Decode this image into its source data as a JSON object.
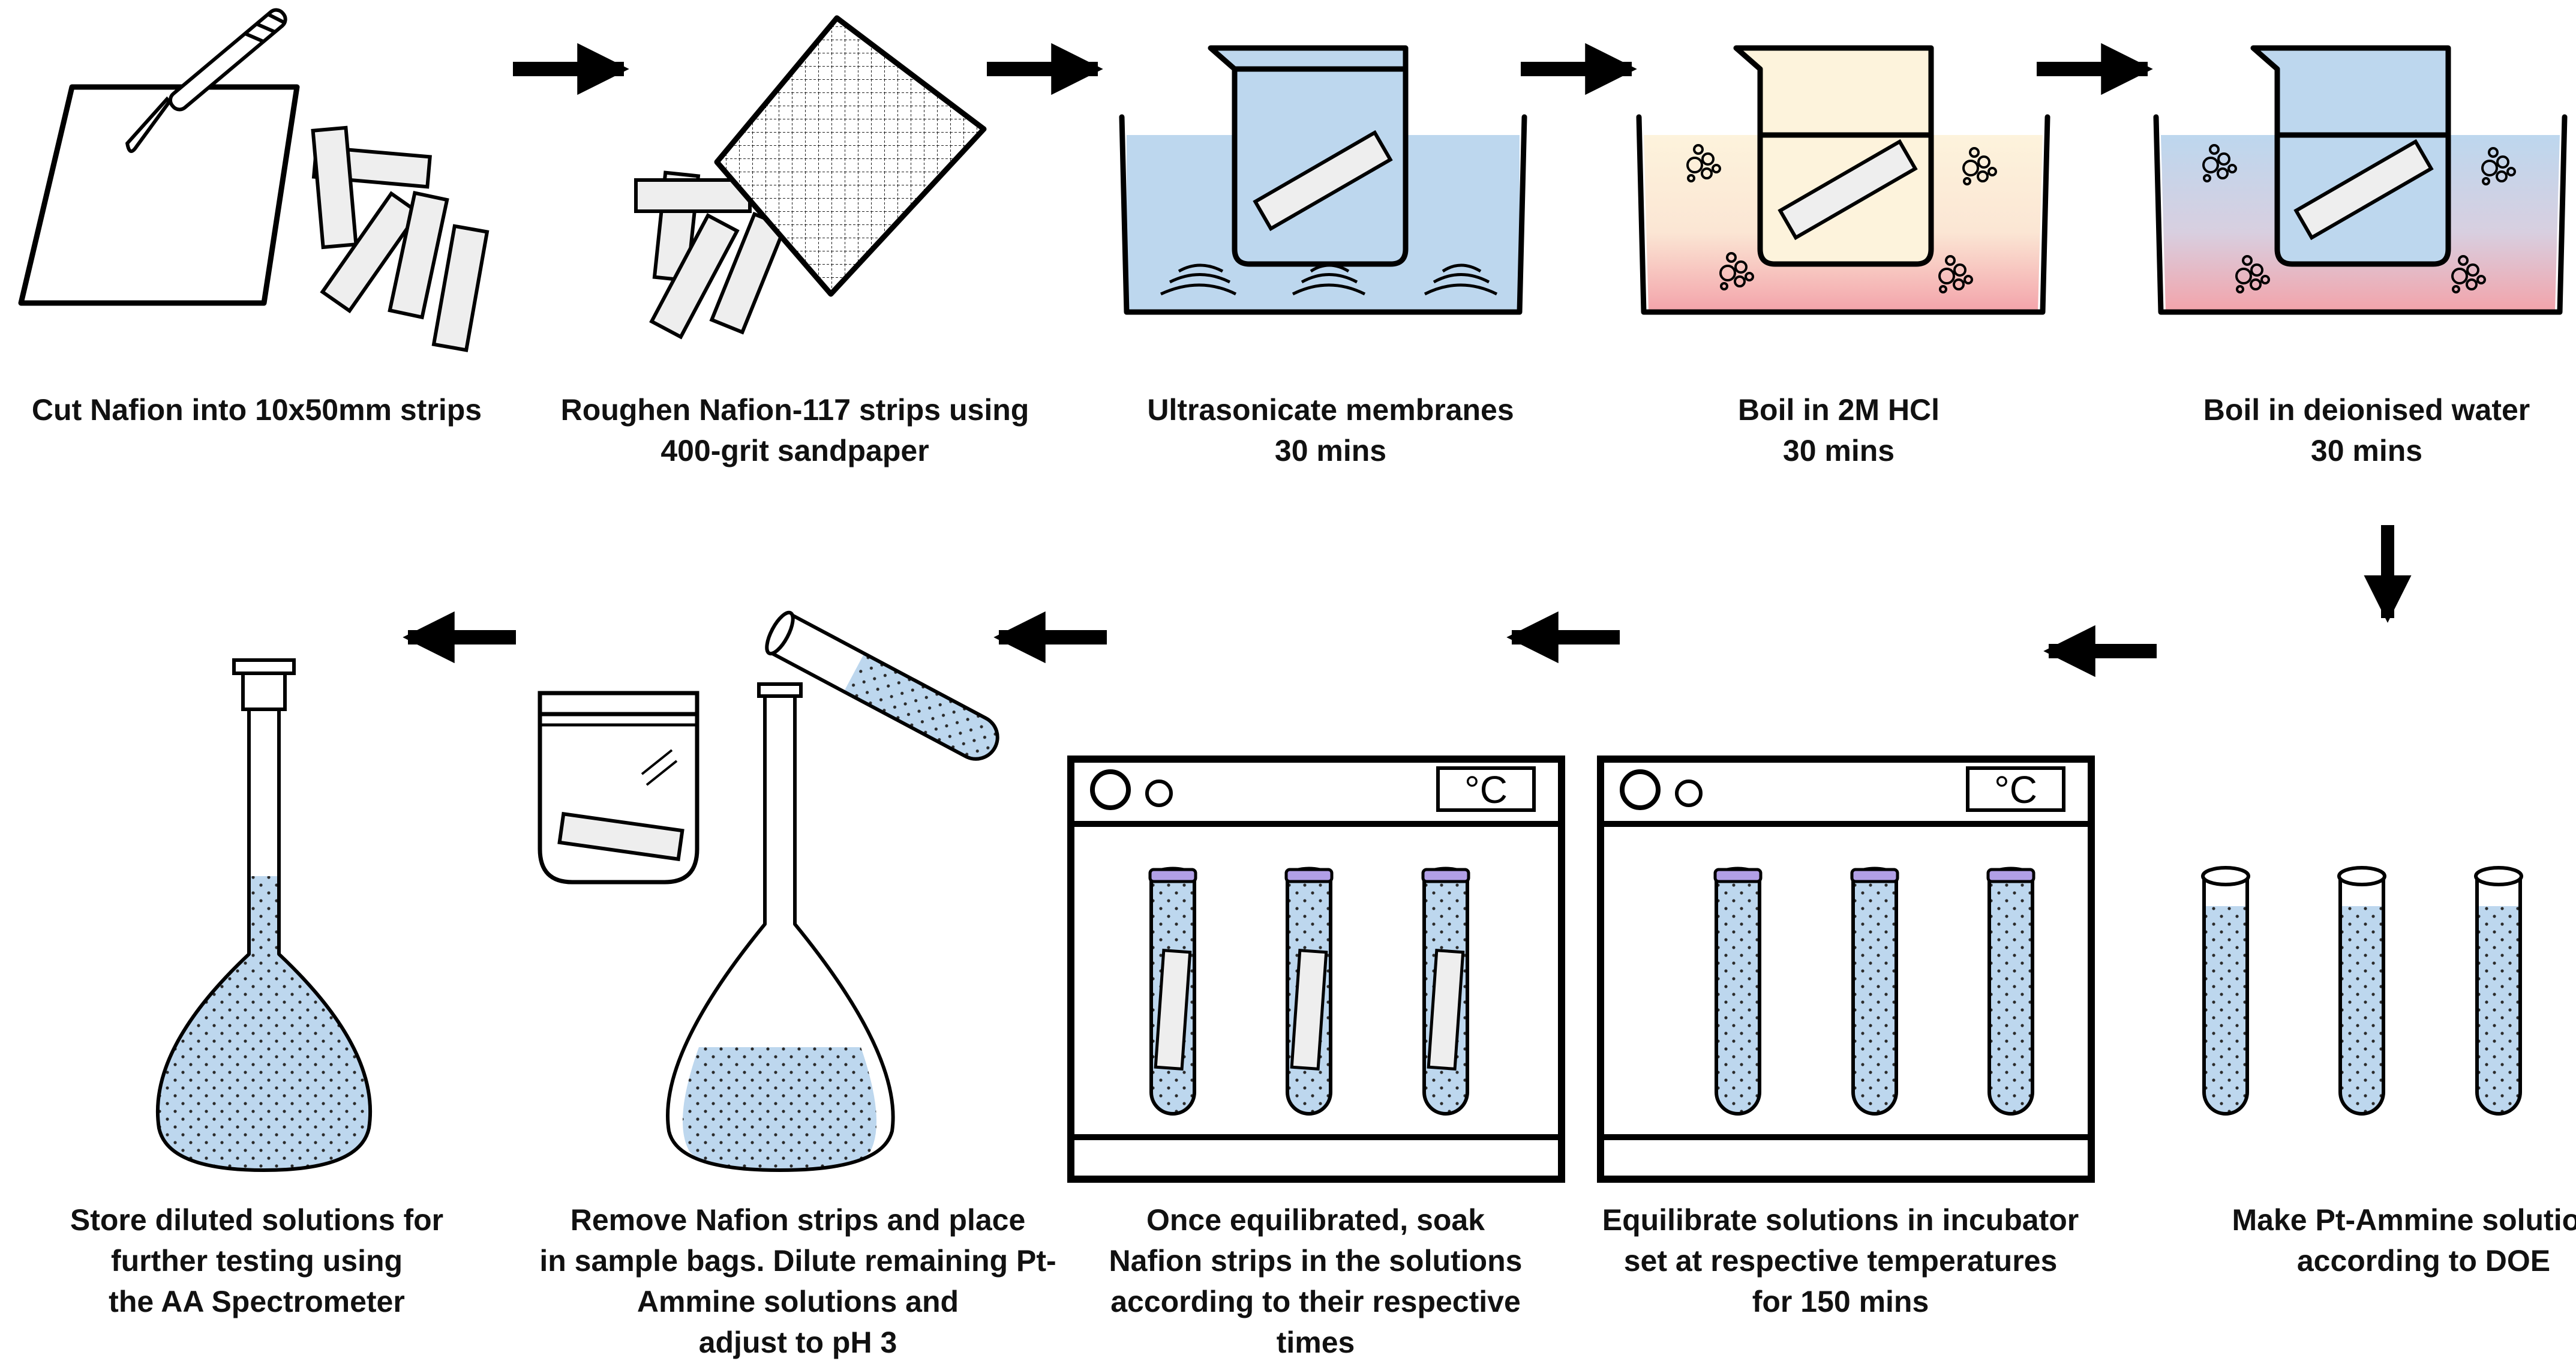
{
  "steps": [
    {
      "label": [
        "Cut Nafion into 10x50mm strips"
      ]
    },
    {
      "label": [
        "Roughen Nafion-117 strips using",
        "400-grit sandpaper"
      ]
    },
    {
      "label": [
        "Ultrasonicate membranes",
        "30 mins"
      ]
    },
    {
      "label": [
        "Boil in 2M HCl",
        "30 mins"
      ]
    },
    {
      "label": [
        "Boil in deionised water",
        "30 mins"
      ]
    },
    {
      "label": [
        "Make Pt-Ammine solutions",
        "according to DOE"
      ]
    },
    {
      "label": [
        "Equilibrate solutions in incubator",
        "set at respective temperatures",
        "for 150 mins"
      ]
    },
    {
      "label": [
        "Once equilibrated, soak",
        "Nafion strips in the solutions",
        "according to their respective",
        "times"
      ]
    },
    {
      "label": [
        "Remove Nafion strips and place",
        "in sample bags. Dilute remaining Pt-",
        "Ammine solutions and",
        "adjust to pH 3"
      ]
    },
    {
      "label": [
        "Store diluted solutions for",
        "further testing using",
        "the AA Spectrometer"
      ]
    }
  ],
  "incubator": {
    "temp_unit": "°C"
  },
  "colors": {
    "liquid": "#bdd7ee",
    "heat_top": "#fdf3dc",
    "heat_bottom": "#f3a3aa",
    "cap": "#b19fe6",
    "strip": "#eeeeee"
  }
}
